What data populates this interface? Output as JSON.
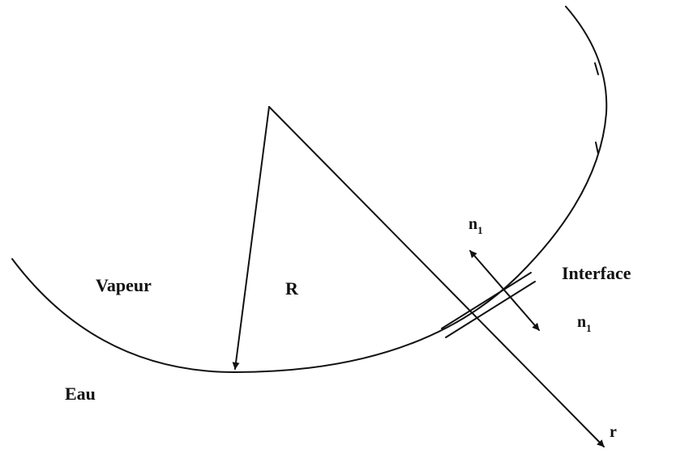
{
  "labels": {
    "vapeur": "Vapeur",
    "eau": "Eau",
    "radius": "R",
    "interface": "Interface",
    "normal_symbol": "n",
    "normal_subscript": "1",
    "radial_axis": "r"
  },
  "colors": {
    "ink": "#111111",
    "background": "#ffffff"
  }
}
